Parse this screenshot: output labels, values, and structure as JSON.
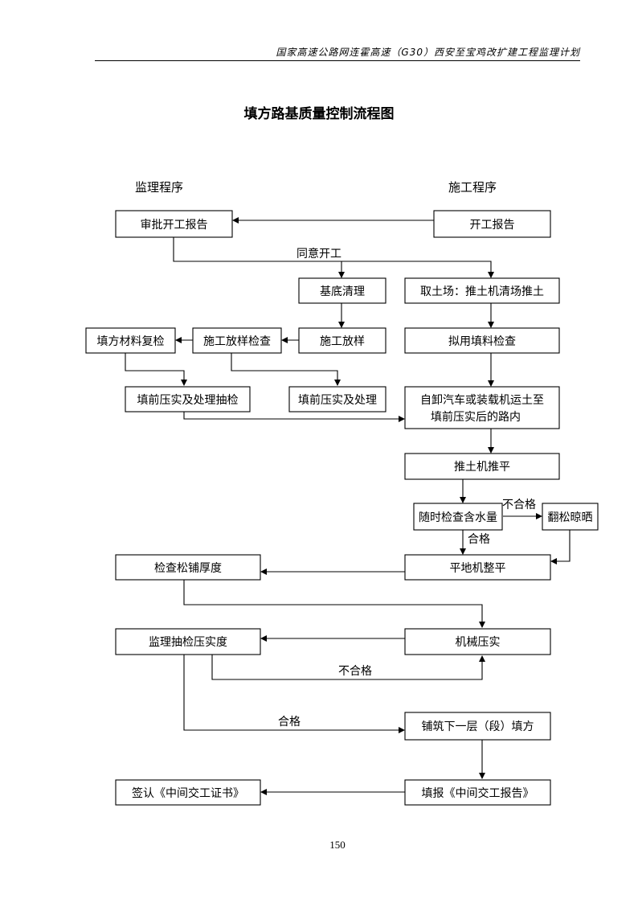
{
  "header": {
    "document_title": "国家高速公路网连霍高速（G30）西安至宝鸡改扩建工程监理计划"
  },
  "title": "填方路基质量控制流程图",
  "columns": {
    "supervision": "监理程序",
    "construction": "施工程序"
  },
  "nodes": {
    "approve_report": "审批开工报告",
    "start_report": "开工报告",
    "base_cleaning": "基底清理",
    "borrow_pit": "取土场：推土机清场推土",
    "fill_material_recheck": "填方材料复检",
    "layout_check": "施工放样检查",
    "construction_layout": "施工放样",
    "fill_material_check": "拟用填料检查",
    "pre_fill_spot_check": "填前压实及处理抽检",
    "pre_fill_compaction": "填前压实及处理",
    "transport_line1": "自卸汽车或装载机运土至",
    "transport_line2": "填前压实后的路内",
    "bulldozer_spread": "推土机推平",
    "moisture_check": "随时检查含水量",
    "loosen_dry": "翻松晾晒",
    "thickness_check": "检查松铺厚度",
    "grader_level": "平地机整平",
    "compaction_spot_check": "监理抽检压实度",
    "mechanical_compaction": "机械压实",
    "next_layer_fill": "铺筑下一层（段）填方",
    "sign_certificate": "签认《中间交工证书》",
    "fill_report": "填报《中间交工报告》"
  },
  "edge_labels": {
    "agree_start": "同意开工",
    "fail_moisture": "不合格",
    "pass_moisture": "合格",
    "fail_compaction": "不合格",
    "pass_compaction": "合格"
  },
  "page_number": "150"
}
